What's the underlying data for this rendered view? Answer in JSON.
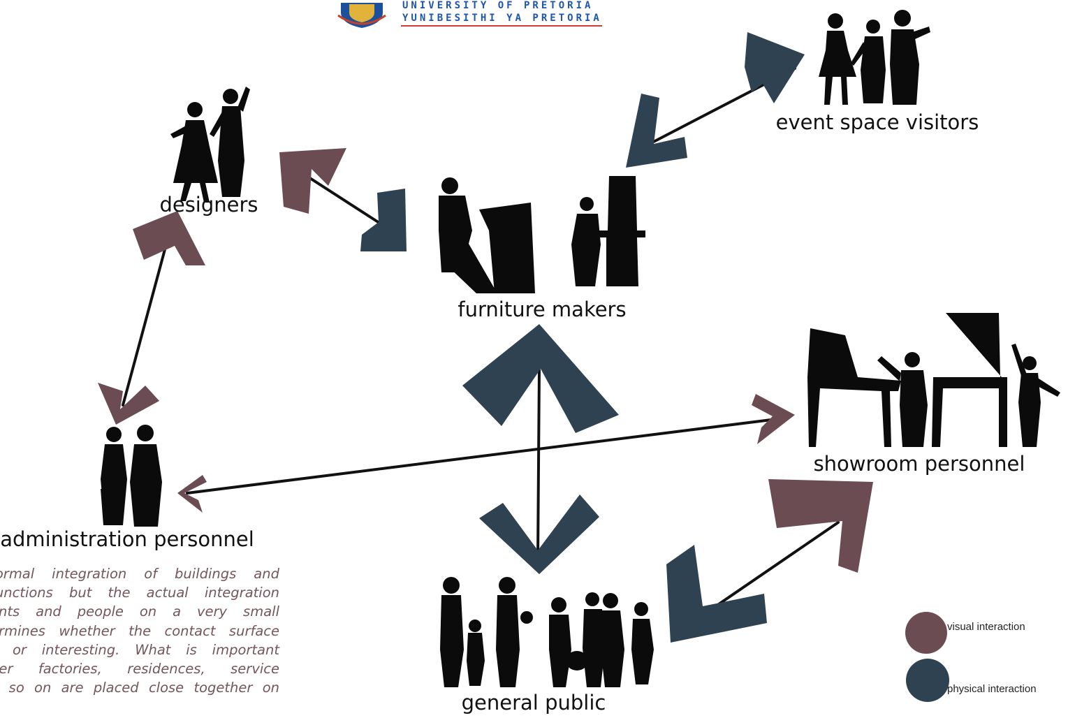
{
  "logo": {
    "line1": "UNIVERSITY OF PRETORIA",
    "line2": "YUNIBESITHI YA PRETORIA"
  },
  "groups": {
    "designers": "designers",
    "event_space_visitors": "event space visitors",
    "furniture_makers": "furniture makers",
    "showroom_personnel": "showroom personnel",
    "administration_personnel": "administration personnel",
    "general_public": "general public"
  },
  "legend": {
    "visual": "visual interaction",
    "physical": "physical interaction"
  },
  "colors": {
    "visual": "#6b4c52",
    "physical": "#2f4252"
  },
  "caption": "formal integration of buildings and\nfunctions but the actual integration\nents and people on a very small\nermines whether the contact surface\ns or interesting. What is important\nher factories, residences, service\nd so on are placed close together on"
}
